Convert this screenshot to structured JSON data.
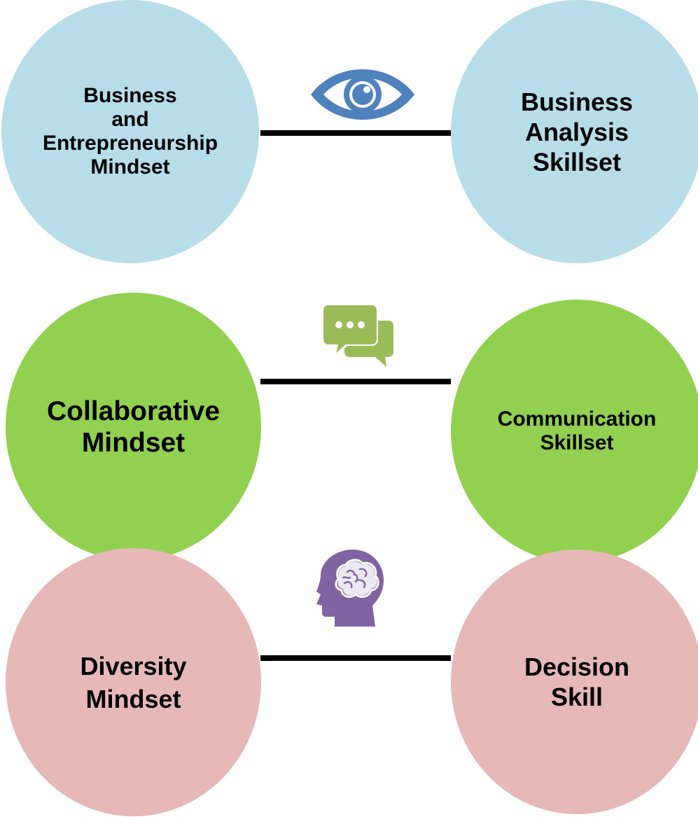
{
  "colors": {
    "row1": "#b7dde8",
    "row2": "#92d050",
    "row3": "#e6b8b7",
    "eye_icon": "#4f81bd",
    "chat_icon": "#9bbb59",
    "head_icon": "#8064a2",
    "connector": "#000000"
  },
  "rows": [
    {
      "left": "Business\nand\nEntrepreneurship\nMindset",
      "right": "Business\nAnalysis\nSkillset",
      "icon": "eye-icon"
    },
    {
      "left": "Collaborative\nMindset",
      "right": "Communication\nSkillset",
      "icon": "chat-bubbles-icon"
    },
    {
      "left": "Diversity\nMindset",
      "right": "Decision\nSkill",
      "icon": "brain-head-icon"
    }
  ]
}
